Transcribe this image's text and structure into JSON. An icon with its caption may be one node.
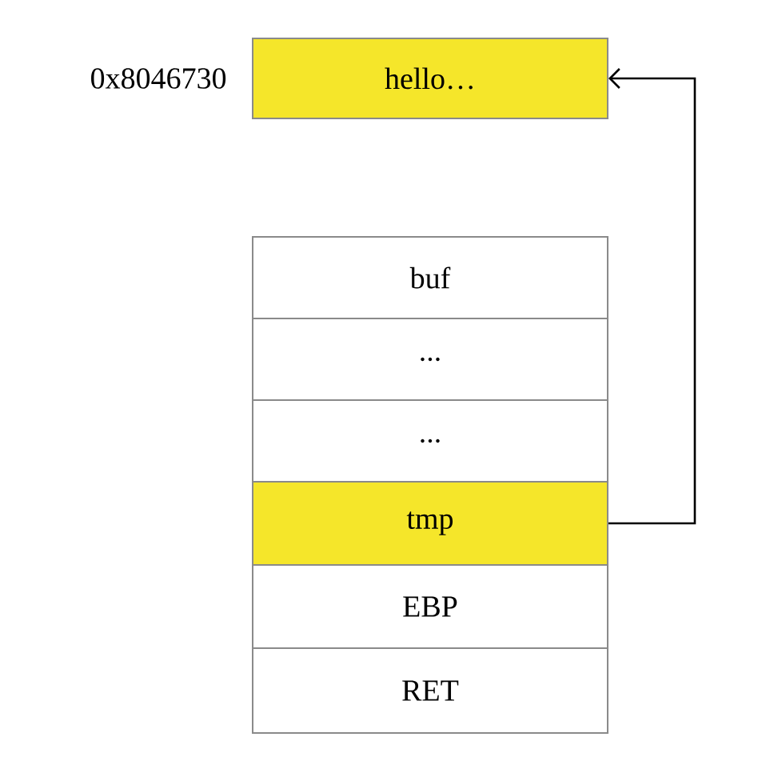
{
  "diagram": {
    "nodes": [
      {
        "text": [
          "hello…"
        ],
        "beside": [
          "0x8046730"
        ]
      },
      {
        "text": [
          "buf"
        ]
      },
      {
        "text": [
          "..."
        ]
      },
      {
        "text": [
          "..."
        ]
      },
      {
        "text": [
          "tmp"
        ]
      },
      {
        "text": [
          "EBP"
        ]
      },
      {
        "text": [
          "RET"
        ]
      }
    ],
    "edges": [
      {
        "from": 4,
        "to": 0,
        "arrow": "to"
      }
    ]
  }
}
